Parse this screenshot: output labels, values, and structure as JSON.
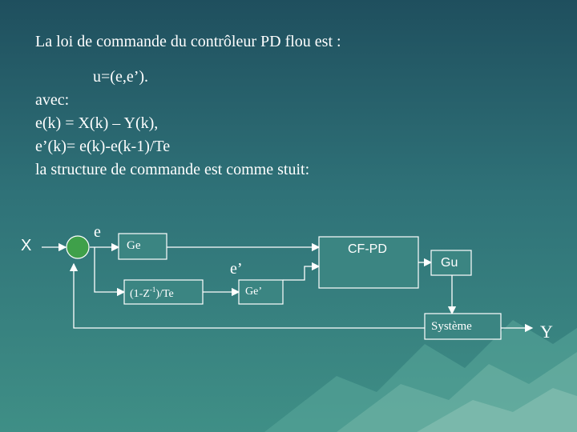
{
  "slide": {
    "title": "La loi de commande du contrôleur PD flou est :",
    "formula": "u=(e,e’).",
    "avec": "avec:",
    "line_e": "e(k) = X(k) – Y(k),",
    "line_de": "e’(k)= e(k)-e(k-1)/Te",
    "structure": " la structure de commande est comme stuit:"
  },
  "diagram": {
    "input": "X",
    "signal_e": "e",
    "ge": "Ge",
    "cfpd": "CF-PD",
    "signal_de": "e’",
    "gu": "Gu",
    "diff_prefix": "(1-Z",
    "diff_exp": "-1",
    "diff_suffix": ")/Te",
    "gde": "Ge’",
    "system": "Système",
    "output": "Y"
  },
  "colors": {
    "summer": "#3fa04a",
    "box_fill": "#3b8582",
    "line": "#ffffff"
  }
}
